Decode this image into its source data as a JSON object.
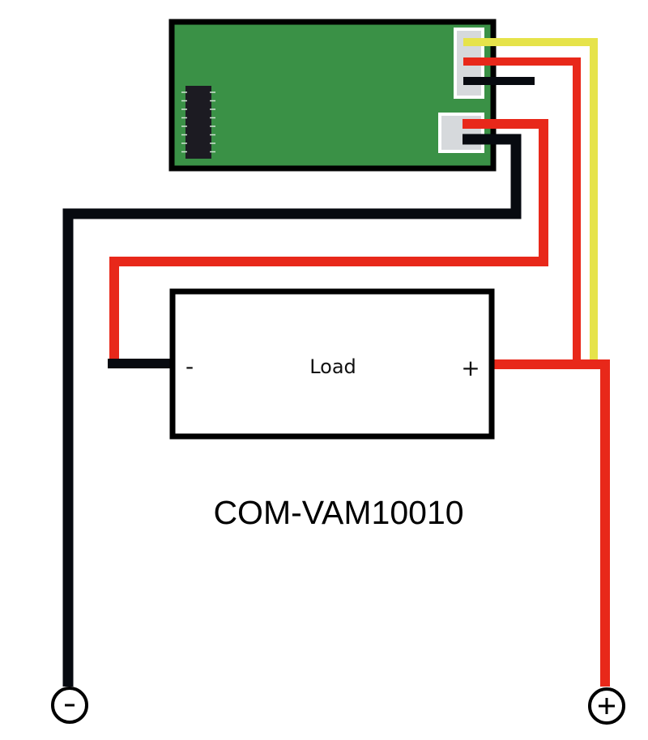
{
  "diagram": {
    "title": "COM-VAM10010",
    "module": {
      "name": "voltage-ammeter-module",
      "board_color": "#3a9146",
      "ic_chip": {
        "pins_per_side": 8
      },
      "signal_connector": {
        "pins": [
          "yellow",
          "red",
          "black"
        ]
      },
      "power_connector": {
        "pins": [
          "red",
          "black"
        ]
      }
    },
    "load": {
      "label": "Load",
      "minus_label": "-",
      "plus_label": "+"
    },
    "terminals": {
      "negative": {
        "symbol": "-"
      },
      "positive": {
        "symbol": "+"
      }
    },
    "colors": {
      "wire_red": "#e8281a",
      "wire_black": "#070a10",
      "wire_yellow": "#e6e34a",
      "connector_gray": "#d6d9dc",
      "outline": "#000000"
    }
  }
}
